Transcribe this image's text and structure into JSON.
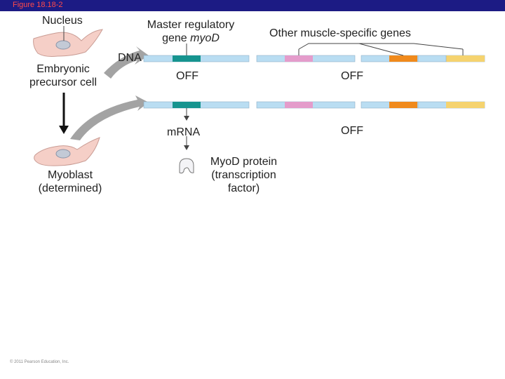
{
  "figure_label": "Figure 18.18-2",
  "labels": {
    "nucleus": "Nucleus",
    "embryonic_line1": "Embryonic",
    "embryonic_line2": "precursor cell",
    "master_line1": "Master regulatory",
    "master_line2_prefix": "gene ",
    "master_line2_gene": "myoD",
    "other_genes": "Other muscle-specific genes",
    "dna": "DNA",
    "off_1": "OFF",
    "off_2": "OFF",
    "off_3": "OFF",
    "mrna": "mRNA",
    "myoblast_line1": "Myoblast",
    "myoblast_line2": "(determined)",
    "protein_line1": "MyoD protein",
    "protein_line2": "(transcription",
    "protein_line3": "factor)"
  },
  "copyright": "© 2011 Pearson Education, Inc.",
  "colors": {
    "header_bar": "#1c1b84",
    "figure_label": "#ff4a4a",
    "dna_strand": "#b9ddf2",
    "myoD_gene": "#16948f",
    "gene_pink": "#e49ccb",
    "gene_orange": "#f08a1c",
    "gene_yellow": "#f5d36f",
    "cell_fill": "#f5cfc7",
    "nucleus_fill": "#c3cad6",
    "arrow_gray": "#a3a3a3"
  }
}
